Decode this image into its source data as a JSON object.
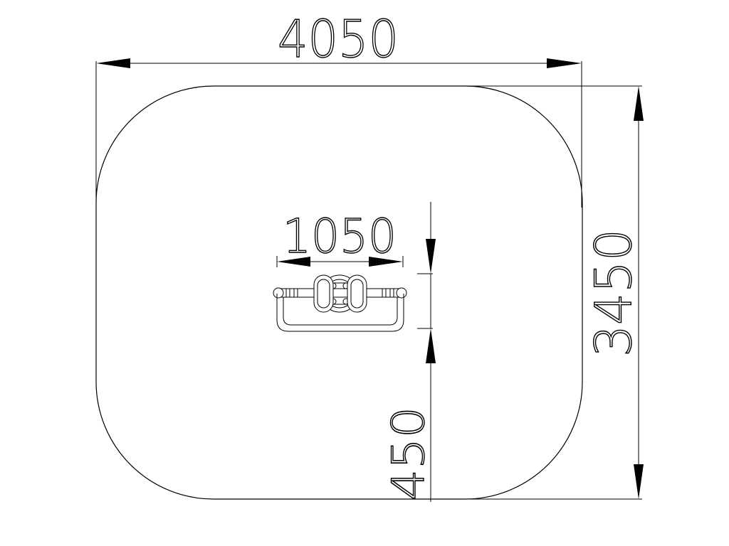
{
  "dimensions": {
    "overall_width": "4050",
    "overall_depth": "3450",
    "equipment_width": "1050",
    "equipment_offset": "450"
  },
  "colors": {
    "line": "#000000",
    "background": "#ffffff"
  }
}
